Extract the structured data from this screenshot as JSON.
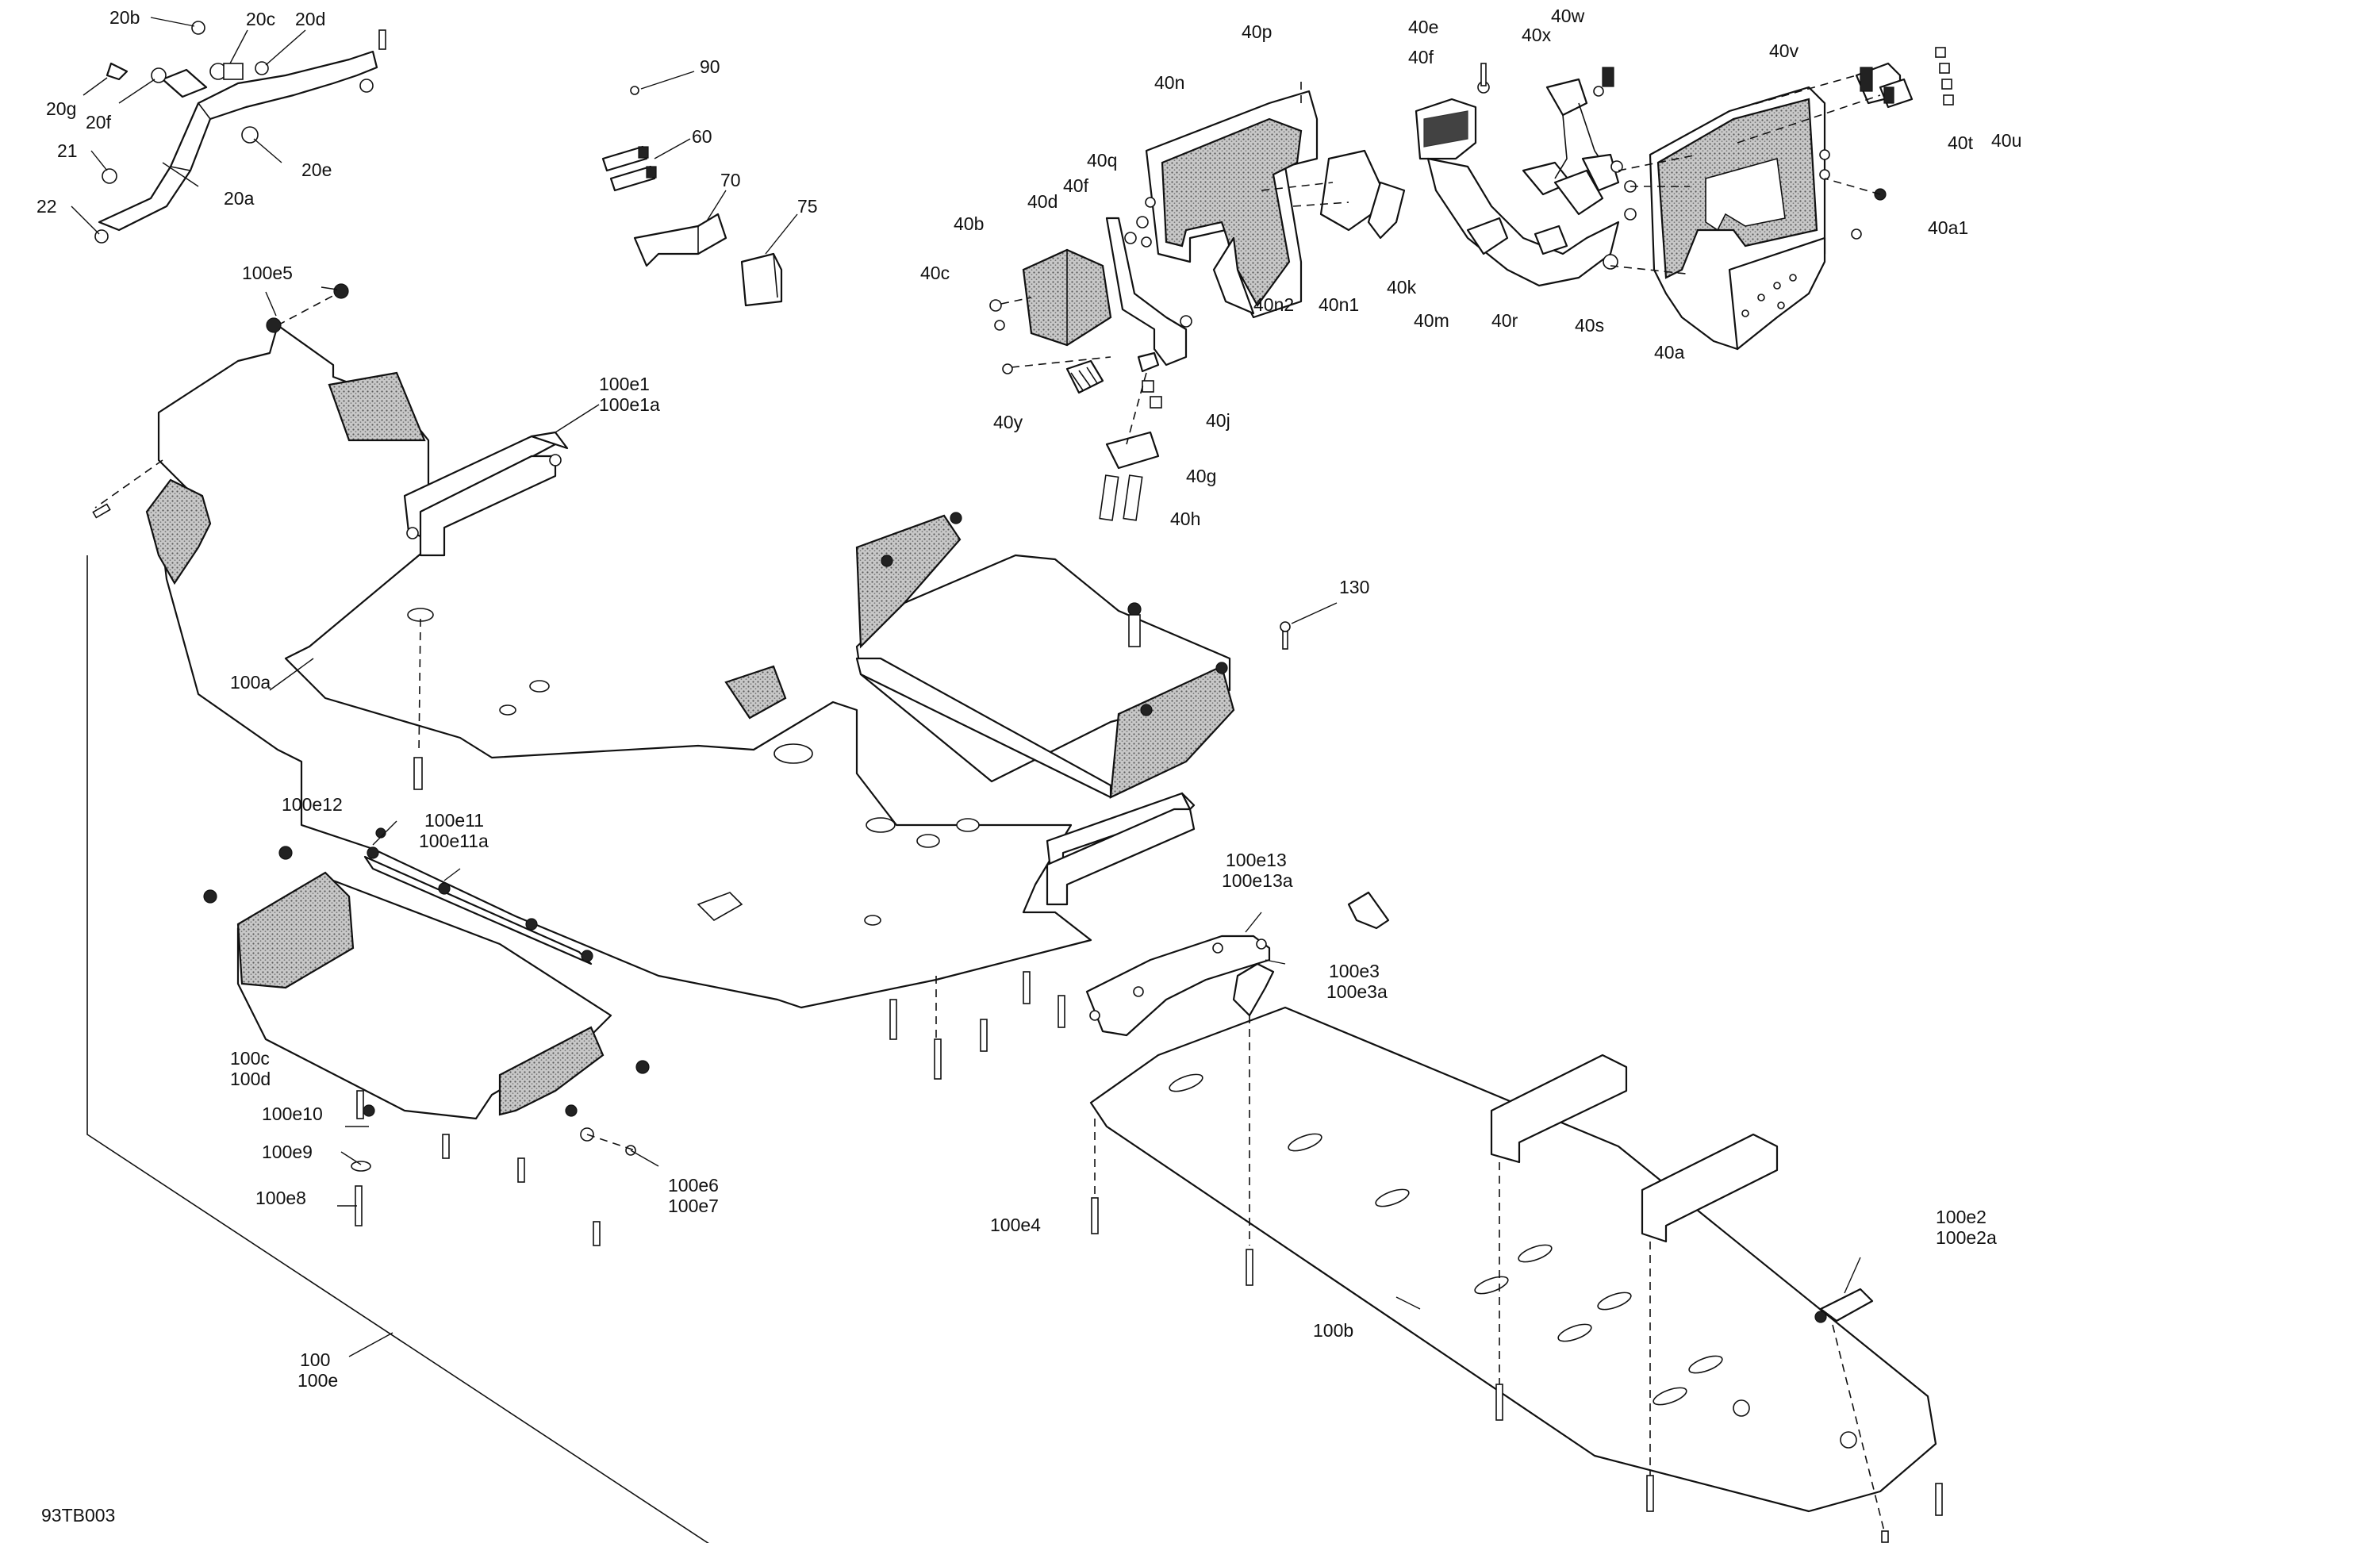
{
  "diagram": {
    "code": "93TB003",
    "labels": {
      "l20b": "20b",
      "l20c": "20c",
      "l20d": "20d",
      "l20g": "20g",
      "l20f": "20f",
      "l21": "21",
      "l20e": "20e",
      "l20a": "20a",
      "l22": "22",
      "l90": "90",
      "l60": "60",
      "l70": "70",
      "l75": "75",
      "l100e5": "100e5",
      "l100e1": "100e1",
      "l100e1a": "100e1a",
      "l40p": "40p",
      "l40n": "40n",
      "l40e": "40e",
      "l40f_top": "40f",
      "l40x": "40x",
      "l40w": "40w",
      "l40v": "40v",
      "l40t": "40t",
      "l40u": "40u",
      "l40a1": "40a1",
      "l40q": "40q",
      "l40f": "40f",
      "l40d": "40d",
      "l40b": "40b",
      "l40c": "40c",
      "l40n2": "40n2",
      "l40n1": "40n1",
      "l40k": "40k",
      "l40m": "40m",
      "l40r": "40r",
      "l40s": "40s",
      "l40a": "40a",
      "l40y": "40y",
      "l40j": "40j",
      "l40g": "40g",
      "l40h": "40h",
      "l130": "130",
      "l100a": "100a",
      "l100e12": "100e12",
      "l100e11": "100e11",
      "l100e11a": "100e11a",
      "l100e13": "100e13",
      "l100e13a": "100e13a",
      "l100e3": "100e3",
      "l100e3a": "100e3a",
      "l100c": "100c",
      "l100d": "100d",
      "l100e10": "100e10",
      "l100e9": "100e9",
      "l100e8": "100e8",
      "l100e6": "100e6",
      "l100e7": "100e7",
      "l100e4": "100e4",
      "l100e2": "100e2",
      "l100e2a": "100e2a",
      "l100b": "100b",
      "l100": "100",
      "l100e": "100e"
    }
  }
}
